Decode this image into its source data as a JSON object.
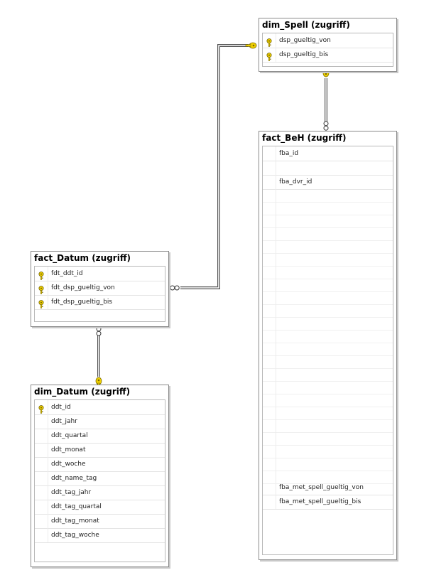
{
  "tables": {
    "dim_spell": {
      "title": "dim_Spell (zugriff)",
      "columns": [
        {
          "name": "dsp_gueltig_von",
          "key": true
        },
        {
          "name": "dsp_gueltig_bis",
          "key": true
        }
      ]
    },
    "fact_beh": {
      "title": "fact_BeH (zugriff)",
      "columns": [
        {
          "name": "fba_id",
          "key": false
        },
        {
          "name": "",
          "key": false
        },
        {
          "name": "fba_dvr_id",
          "key": false
        },
        {
          "name": "fba_met_spell_gueltig_von",
          "key": false
        },
        {
          "name": "fba_met_spell_gueltig_bis",
          "key": false
        }
      ]
    },
    "fact_datum": {
      "title": "fact_Datum (zugriff)",
      "columns": [
        {
          "name": "fdt_ddt_id",
          "key": true
        },
        {
          "name": "fdt_dsp_gueltig_von",
          "key": true
        },
        {
          "name": "fdt_dsp_gueltig_bis",
          "key": true
        }
      ]
    },
    "dim_datum": {
      "title": "dim_Datum (zugriff)",
      "columns": [
        {
          "name": "ddt_id",
          "key": true
        },
        {
          "name": "ddt_jahr",
          "key": false
        },
        {
          "name": "ddt_quartal",
          "key": false
        },
        {
          "name": "ddt_monat",
          "key": false
        },
        {
          "name": "ddt_woche",
          "key": false
        },
        {
          "name": "ddt_name_tag",
          "key": false
        },
        {
          "name": "ddt_tag_jahr",
          "key": false
        },
        {
          "name": "ddt_tag_quartal",
          "key": false
        },
        {
          "name": "ddt_tag_monat",
          "key": false
        },
        {
          "name": "ddt_tag_woche",
          "key": false
        }
      ]
    }
  },
  "relationships": [
    {
      "from": "dim_spell",
      "to": "fact_datum",
      "one_side": "dim_spell",
      "many_side": "fact_datum"
    },
    {
      "from": "dim_spell",
      "to": "fact_beh",
      "one_side": "dim_spell",
      "many_side": "fact_beh"
    },
    {
      "from": "dim_datum",
      "to": "fact_datum",
      "one_side": "dim_datum",
      "many_side": "fact_datum"
    }
  ]
}
